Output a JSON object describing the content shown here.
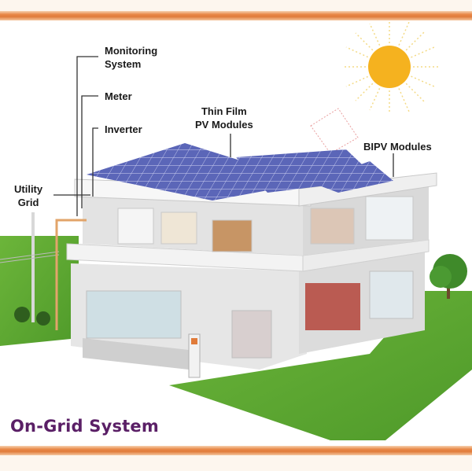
{
  "title": "On-Grid System",
  "labels": {
    "monitoring": "Monitoring\nSystem",
    "meter": "Meter",
    "inverter": "Inverter",
    "thin_film": "Thin Film\nPV Modules",
    "bipv": "BIPV Modules",
    "utility": "Utility\nGrid"
  },
  "colors": {
    "title": "#5a1f66",
    "stripe": "#e07b3a",
    "sun": "#f5b21f",
    "grass": "#5fa832",
    "panel": "#5b66b8",
    "wall": "#eeeeee"
  }
}
